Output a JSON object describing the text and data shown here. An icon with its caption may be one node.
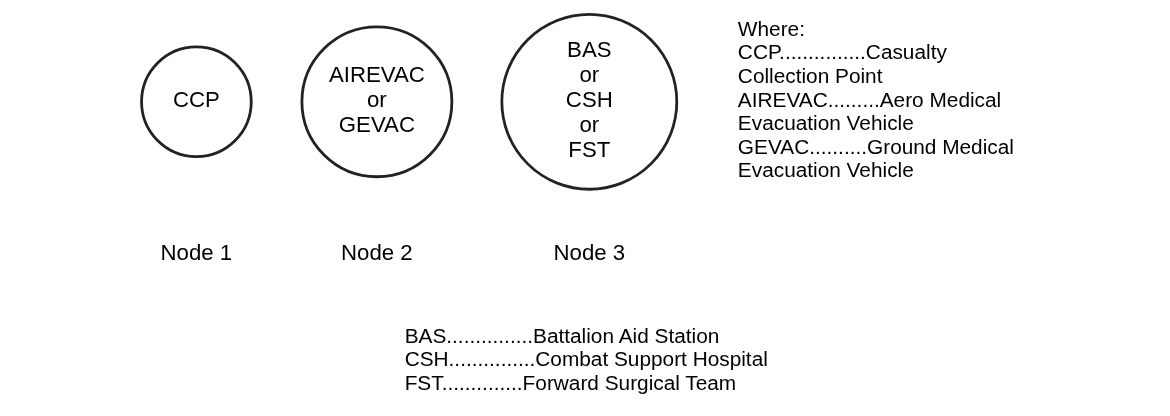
{
  "diagram": {
    "nodes": [
      {
        "text": [
          "CCP"
        ],
        "beside": [
          "Node 1"
        ]
      },
      {
        "text": [
          "AIREVAC or GEVAC"
        ],
        "beside": [
          "Node 2"
        ]
      },
      {
        "text": [
          "BAS or CSH or FST"
        ],
        "beside": [
          "Node 3"
        ]
      }
    ],
    "edges": [],
    "labels": [
      "Where:",
      "CCP...............Casualty Collection Point",
      "AIREVAC.........Aero Medical Evacuation Vehicle",
      "GEVAC..........Ground Medical Evacuation Vehicle",
      "BAS...............Battalion Aid Station",
      "CSH...............Combat Support Hospital",
      "FST..............Forward Surgical Team"
    ]
  }
}
